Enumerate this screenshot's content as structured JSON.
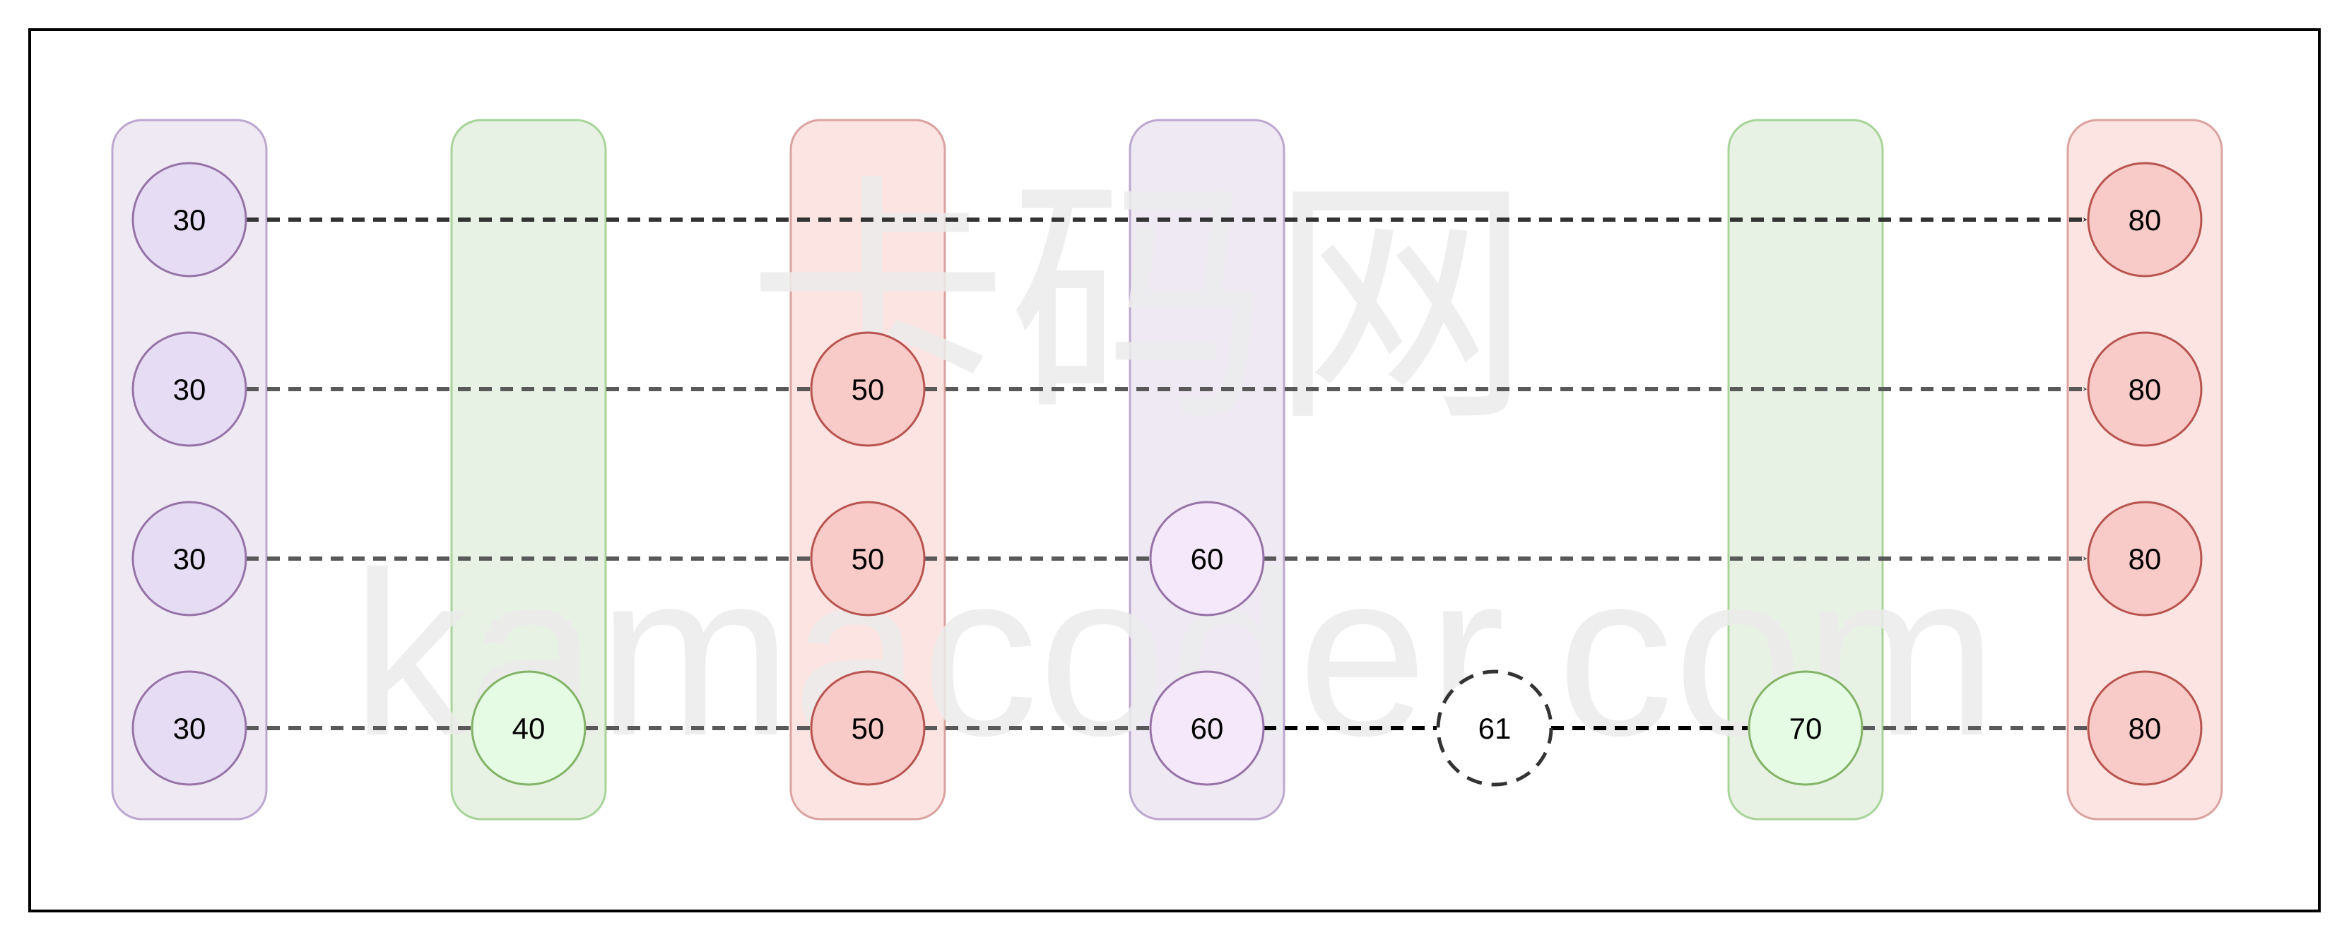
{
  "watermark": {
    "cn": "卡码网",
    "en": "kamacoder.com"
  },
  "colors": {
    "purple_lane_fill": "#efe9f3",
    "purple_lane_stroke": "#bca8cf",
    "green_lane_fill": "#e7f2e4",
    "green_lane_stroke": "#a8d49a",
    "red_lane_fill": "#fbe4e2",
    "red_lane_stroke": "#dba3a0",
    "node_30_fill": "#e6ddf5",
    "node_30_stroke": "#9673a6",
    "node_60_fill": "#f4e8fa",
    "node_60_stroke": "#9673a6",
    "node_green_fill": "#e6fbe3",
    "node_green_stroke": "#82b366",
    "node_red_fill": "#f9cbc8",
    "node_red_stroke": "#b85450",
    "arrow_gray": "#595959",
    "arrow_dark": "#333333",
    "arrow_black": "#000000",
    "frame": "#000000"
  },
  "lanes": [
    {
      "id": "lane-1",
      "color": "purple"
    },
    {
      "id": "lane-2",
      "color": "green"
    },
    {
      "id": "lane-3",
      "color": "red"
    },
    {
      "id": "lane-4",
      "color": "purple"
    },
    {
      "id": "lane-5",
      "color": "green"
    },
    {
      "id": "lane-6",
      "color": "red"
    }
  ],
  "nodes": [
    {
      "id": "n1",
      "label": "30",
      "lane": 0,
      "level": 0,
      "style": "n30"
    },
    {
      "id": "n2",
      "label": "30",
      "lane": 0,
      "level": 1,
      "style": "n30"
    },
    {
      "id": "n3",
      "label": "30",
      "lane": 0,
      "level": 2,
      "style": "n30"
    },
    {
      "id": "n4",
      "label": "30",
      "lane": 0,
      "level": 3,
      "style": "n30"
    },
    {
      "id": "n5",
      "label": "40",
      "lane": 1,
      "level": 3,
      "style": "green"
    },
    {
      "id": "n6",
      "label": "50",
      "lane": 2,
      "level": 1,
      "style": "red"
    },
    {
      "id": "n7",
      "label": "50",
      "lane": 2,
      "level": 2,
      "style": "red"
    },
    {
      "id": "n8",
      "label": "50",
      "lane": 2,
      "level": 3,
      "style": "red"
    },
    {
      "id": "n9",
      "label": "60",
      "lane": 3,
      "level": 2,
      "style": "n60"
    },
    {
      "id": "n10",
      "label": "60",
      "lane": 3,
      "level": 3,
      "style": "n60"
    },
    {
      "id": "n11",
      "label": "61",
      "lane": "gap",
      "level": 3,
      "style": "new"
    },
    {
      "id": "n12",
      "label": "70",
      "lane": 4,
      "level": 3,
      "style": "green"
    },
    {
      "id": "n13",
      "label": "80",
      "lane": 5,
      "level": 0,
      "style": "red"
    },
    {
      "id": "n14",
      "label": "80",
      "lane": 5,
      "level": 1,
      "style": "red"
    },
    {
      "id": "n15",
      "label": "80",
      "lane": 5,
      "level": 2,
      "style": "red"
    },
    {
      "id": "n16",
      "label": "80",
      "lane": 5,
      "level": 3,
      "style": "red"
    }
  ],
  "edges": [
    {
      "from": "n1",
      "to": "n13",
      "style": "dark"
    },
    {
      "from": "n2",
      "to": "n6",
      "style": "gray"
    },
    {
      "from": "n6",
      "to": "n14",
      "style": "gray"
    },
    {
      "from": "n3",
      "to": "n7",
      "style": "gray"
    },
    {
      "from": "n7",
      "to": "n9",
      "style": "gray"
    },
    {
      "from": "n9",
      "to": "n15",
      "style": "gray"
    },
    {
      "from": "n4",
      "to": "n5",
      "style": "gray"
    },
    {
      "from": "n5",
      "to": "n8",
      "style": "gray"
    },
    {
      "from": "n8",
      "to": "n10",
      "style": "gray"
    },
    {
      "from": "n10",
      "to": "n11",
      "style": "black"
    },
    {
      "from": "n11",
      "to": "n12",
      "style": "black"
    },
    {
      "from": "n12",
      "to": "n16",
      "style": "gray"
    }
  ]
}
